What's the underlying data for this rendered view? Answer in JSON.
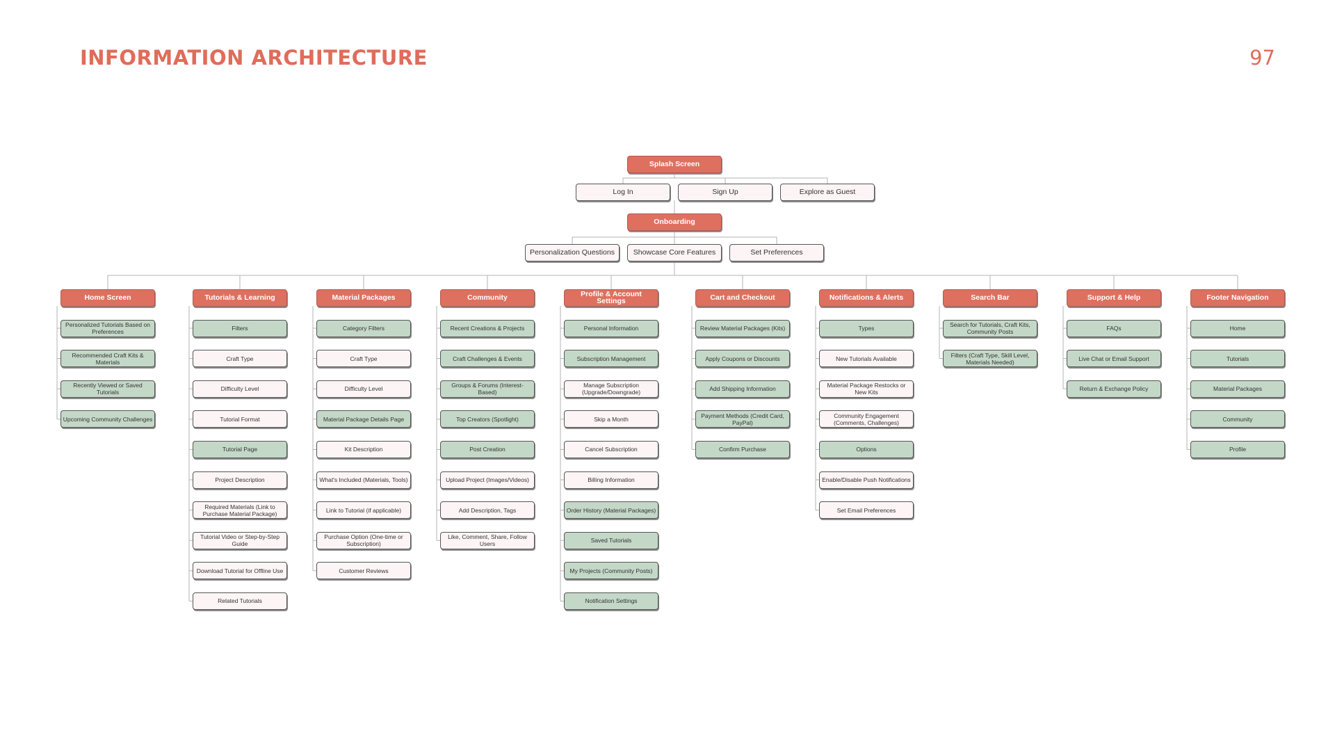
{
  "header": {
    "title": "INFORMATION ARCHITECTURE",
    "page_number": "97"
  },
  "colors": {
    "accent": "#e06c5a",
    "root_node": "#de7060",
    "green_node": "#c4d8c8",
    "light_node": "#fdf5f5",
    "connector": "#b3b3b3"
  },
  "top": {
    "splash": "Splash Screen",
    "auth": [
      "Log In",
      "Sign Up",
      "Explore as Guest"
    ],
    "onboarding": "Onboarding",
    "onboarding_steps": [
      "Personalization Questions",
      "Showcase Core Features",
      "Set Preferences"
    ]
  },
  "sections": [
    {
      "title": "Home Screen",
      "items": [
        {
          "label": "Personalized Tutorials Based on Preferences",
          "style": "green"
        },
        {
          "label": "Recommended Craft Kits & Materials",
          "style": "green"
        },
        {
          "label": "Recently Viewed or Saved Tutorials",
          "style": "green"
        },
        {
          "label": "Upcoming Community Challenges",
          "style": "green"
        }
      ]
    },
    {
      "title": "Tutorials & Learning",
      "items": [
        {
          "label": "Filters",
          "style": "green"
        },
        {
          "label": "Craft Type",
          "style": "light"
        },
        {
          "label": "Difficulty Level",
          "style": "light"
        },
        {
          "label": "Tutorial Format",
          "style": "light"
        },
        {
          "label": "Tutorial Page",
          "style": "green"
        },
        {
          "label": "Project Description",
          "style": "light"
        },
        {
          "label": "Required Materials (Link to Purchase Material Package)",
          "style": "light"
        },
        {
          "label": "Tutorial Video or Step-by-Step Guide",
          "style": "light"
        },
        {
          "label": "Download Tutorial for Offline Use",
          "style": "light"
        },
        {
          "label": "Related Tutorials",
          "style": "light"
        }
      ]
    },
    {
      "title": "Material Packages",
      "items": [
        {
          "label": "Category Filters",
          "style": "green"
        },
        {
          "label": "Craft Type",
          "style": "light"
        },
        {
          "label": "Difficulty Level",
          "style": "light"
        },
        {
          "label": "Material Package Details Page",
          "style": "green"
        },
        {
          "label": "Kit Description",
          "style": "light"
        },
        {
          "label": "What's Included (Materials, Tools)",
          "style": "light"
        },
        {
          "label": "Link to Tutorial (if applicable)",
          "style": "light"
        },
        {
          "label": "Purchase Option (One-time or Subscription)",
          "style": "light"
        },
        {
          "label": "Customer Reviews",
          "style": "light"
        }
      ]
    },
    {
      "title": "Community",
      "items": [
        {
          "label": "Recent Creations & Projects",
          "style": "green"
        },
        {
          "label": "Craft Challenges & Events",
          "style": "green"
        },
        {
          "label": "Groups & Forums (Interest-Based)",
          "style": "green"
        },
        {
          "label": "Top Creators (Spotlight)",
          "style": "green"
        },
        {
          "label": "Post Creation",
          "style": "green"
        },
        {
          "label": "Upload Project (Images/Videos)",
          "style": "light"
        },
        {
          "label": "Add Description, Tags",
          "style": "light"
        },
        {
          "label": "Like, Comment, Share, Follow Users",
          "style": "light"
        }
      ]
    },
    {
      "title": "Profile & Account Settings",
      "items": [
        {
          "label": "Personal Information",
          "style": "green"
        },
        {
          "label": "Subscription Management",
          "style": "green"
        },
        {
          "label": "Manage Subscription (Upgrade/Downgrade)",
          "style": "light"
        },
        {
          "label": "Skip a Month",
          "style": "light"
        },
        {
          "label": "Cancel Subscription",
          "style": "light"
        },
        {
          "label": "Billing Information",
          "style": "light"
        },
        {
          "label": "Order History (Material Packages)",
          "style": "green"
        },
        {
          "label": "Saved Tutorials",
          "style": "green"
        },
        {
          "label": "My Projects (Community Posts)",
          "style": "green"
        },
        {
          "label": "Notification Settings",
          "style": "green"
        }
      ]
    },
    {
      "title": "Cart and Checkout",
      "items": [
        {
          "label": "Review Material Packages (Kits)",
          "style": "green"
        },
        {
          "label": "Apply Coupons or Discounts",
          "style": "green"
        },
        {
          "label": "Add Shipping Information",
          "style": "green"
        },
        {
          "label": "Payment Methods (Credit Card, PayPal)",
          "style": "green"
        },
        {
          "label": "Confirm Purchase",
          "style": "green"
        }
      ]
    },
    {
      "title": "Notifications & Alerts",
      "items": [
        {
          "label": "Types",
          "style": "green"
        },
        {
          "label": "New Tutorials Available",
          "style": "light"
        },
        {
          "label": "Material Package Restocks or New Kits",
          "style": "light"
        },
        {
          "label": "Community Engagement (Comments, Challenges)",
          "style": "light"
        },
        {
          "label": "Options",
          "style": "green"
        },
        {
          "label": "Enable/Disable Push Notifications",
          "style": "light"
        },
        {
          "label": "Set Email Preferences",
          "style": "light"
        }
      ]
    },
    {
      "title": "Search Bar",
      "items": [
        {
          "label": "Search for Tutorials, Craft Kits, Community Posts",
          "style": "green"
        },
        {
          "label": "Filters (Craft Type, Skill Level, Materials Needed)",
          "style": "green"
        }
      ]
    },
    {
      "title": "Support & Help",
      "items": [
        {
          "label": "FAQs",
          "style": "green"
        },
        {
          "label": "Live Chat or Email Support",
          "style": "green"
        },
        {
          "label": "Return & Exchange Policy",
          "style": "green"
        }
      ]
    },
    {
      "title": "Footer Navigation",
      "items": [
        {
          "label": "Home",
          "style": "green"
        },
        {
          "label": "Tutorials",
          "style": "green"
        },
        {
          "label": "Material Packages",
          "style": "green"
        },
        {
          "label": "Community",
          "style": "green"
        },
        {
          "label": "Profile",
          "style": "green"
        }
      ]
    }
  ]
}
